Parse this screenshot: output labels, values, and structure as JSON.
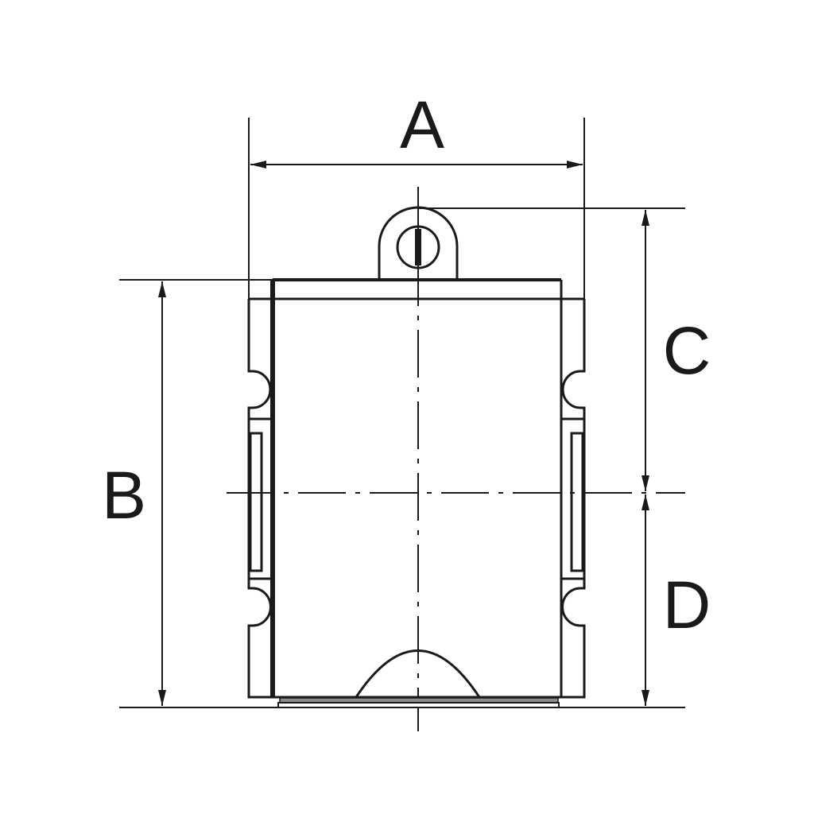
{
  "dimensions": {
    "a": {
      "label": "A"
    },
    "b": {
      "label": "B"
    },
    "c": {
      "label": "C"
    },
    "d": {
      "label": "D"
    }
  },
  "colors": {
    "line": "#1a1a1a",
    "gasket": "#8c8c8c",
    "background": "#ffffff"
  }
}
